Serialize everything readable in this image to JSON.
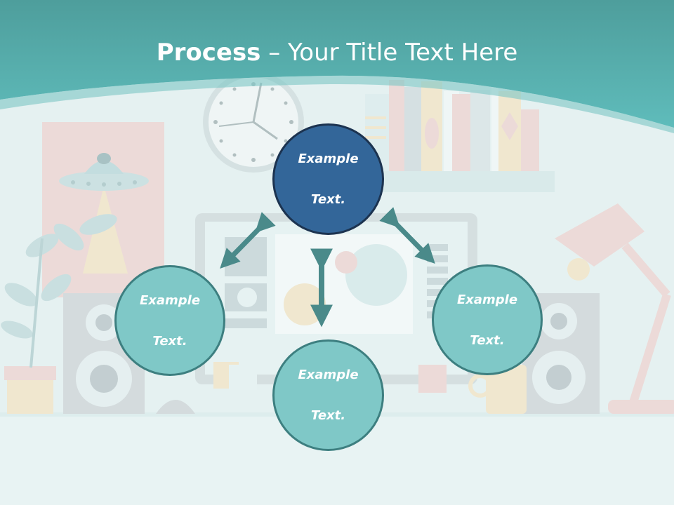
{
  "slide": {
    "title_bold": "Process",
    "title_rest": " – Your Title Text Here"
  },
  "nodes": {
    "top": {
      "line1": "Example",
      "line2": "Text."
    },
    "left": {
      "line1": "Example",
      "line2": "Text."
    },
    "right": {
      "line1": "Example",
      "line2": "Text."
    },
    "bottom": {
      "line1": "Example",
      "line2": "Text."
    }
  },
  "colors": {
    "header_teal": "#5bb9b8",
    "node_highlight": "#336699",
    "node_default": "#7fc8c7",
    "arrow": "#4a8a8a"
  }
}
